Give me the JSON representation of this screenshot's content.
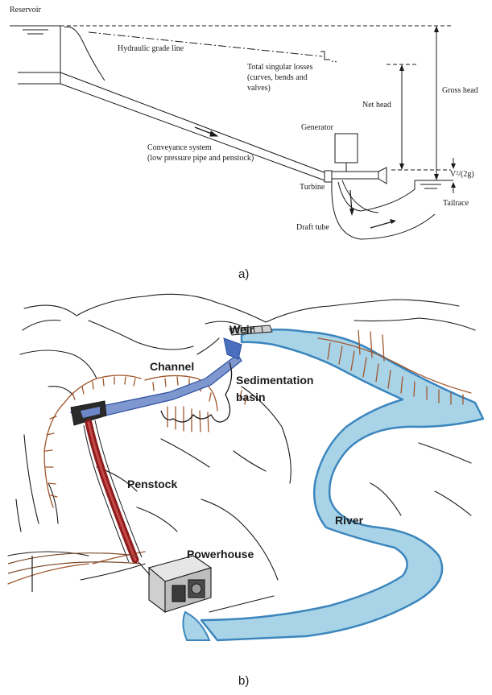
{
  "panel_a": {
    "caption": "a)",
    "labels": {
      "reservoir": "Reservoir",
      "hydraulic_grade_line": "Hydraulic grade line",
      "singular_losses_1": "Total singular losses",
      "singular_losses_2": "(curves, bends and",
      "singular_losses_3": "valves)",
      "net_head": "Net head",
      "gross_head": "Gross head",
      "generator": "Generator",
      "conveyance_1": "Conveyance system",
      "conveyance_2": "(low pressure pipe and penstock)",
      "turbine": "Turbine",
      "velocity_head": "V²/(2g)",
      "tailrace": "Tailrace",
      "draft_tube": "Draft tube"
    }
  },
  "panel_b": {
    "caption": "b)",
    "labels": {
      "weir": "Weir",
      "channel": "Channel",
      "sedimentation_1": "Sedimentation",
      "sedimentation_2": "basin",
      "penstock": "Penstock",
      "river": "River",
      "powerhouse": "Powerhouse"
    }
  },
  "colors": {
    "water": "#a9d4e8",
    "water_edge": "#3c86bd",
    "penstock": "#8e1c1c",
    "vegetation": "#a0562c",
    "channel": "#2f4fa0"
  }
}
